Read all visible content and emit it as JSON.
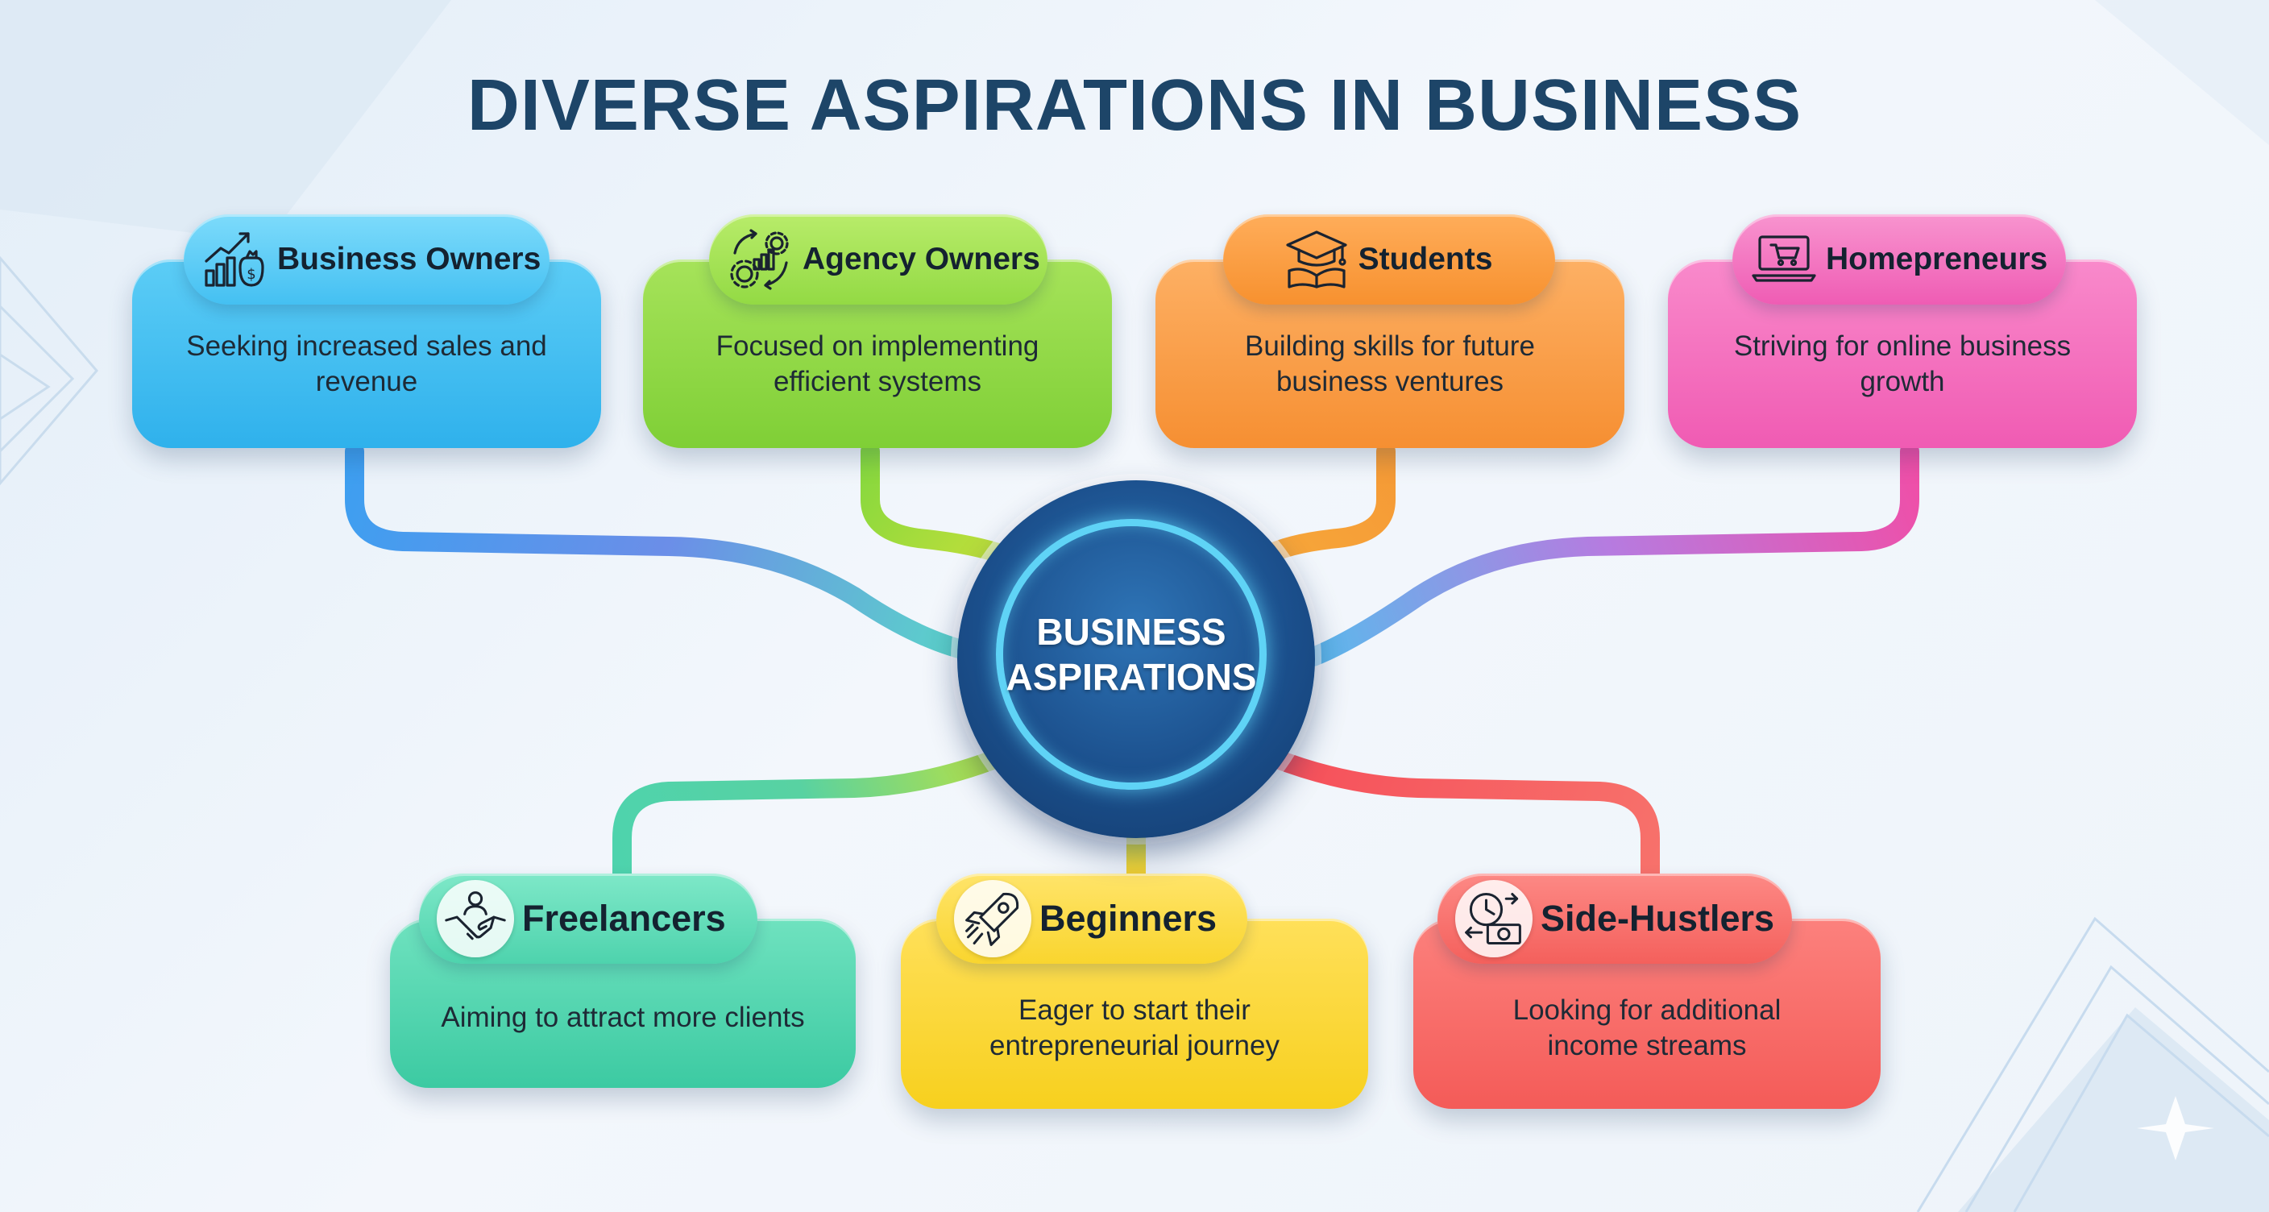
{
  "title": "DIVERSE ASPIRATIONS IN BUSINESS",
  "center": {
    "line1": "BUSINESS",
    "line2": "ASPIRATIONS"
  },
  "nodes": {
    "business_owners": {
      "label": "Business Owners",
      "desc_line1": "Seeking increased sales and",
      "desc_line2": "revenue",
      "icon": "growth-chart-icon",
      "color": "#3ec0f2"
    },
    "agency_owners": {
      "label": "Agency Owners",
      "desc_line1": "Focused on implementing",
      "desc_line2": "efficient systems",
      "icon": "gears-icon",
      "color": "#8fd846"
    },
    "students": {
      "label": "Students",
      "desc_line1": "Building skills for future",
      "desc_line2": "business ventures",
      "icon": "graduation-cap-icon",
      "color": "#f99a3e"
    },
    "homepreneurs": {
      "label": "Homepreneurs",
      "desc_line1": "Striving for online business",
      "desc_line2": "growth",
      "icon": "laptop-cart-icon",
      "color": "#f468bd"
    },
    "freelancers": {
      "label": "Freelancers",
      "desc_line1": "Aiming to attract more clients",
      "desc_line2": "",
      "icon": "handshake-icon",
      "color": "#4ed3ad"
    },
    "beginners": {
      "label": "Beginners",
      "desc_line1": "Eager to start their",
      "desc_line2": "entrepreneurial journey",
      "icon": "rocket-icon",
      "color": "#fad52e"
    },
    "side_hustlers": {
      "label": "Side-Hustlers",
      "desc_line1": "Looking for additional",
      "desc_line2": "income streams",
      "icon": "clock-money-icon",
      "color": "#f76b68"
    }
  }
}
